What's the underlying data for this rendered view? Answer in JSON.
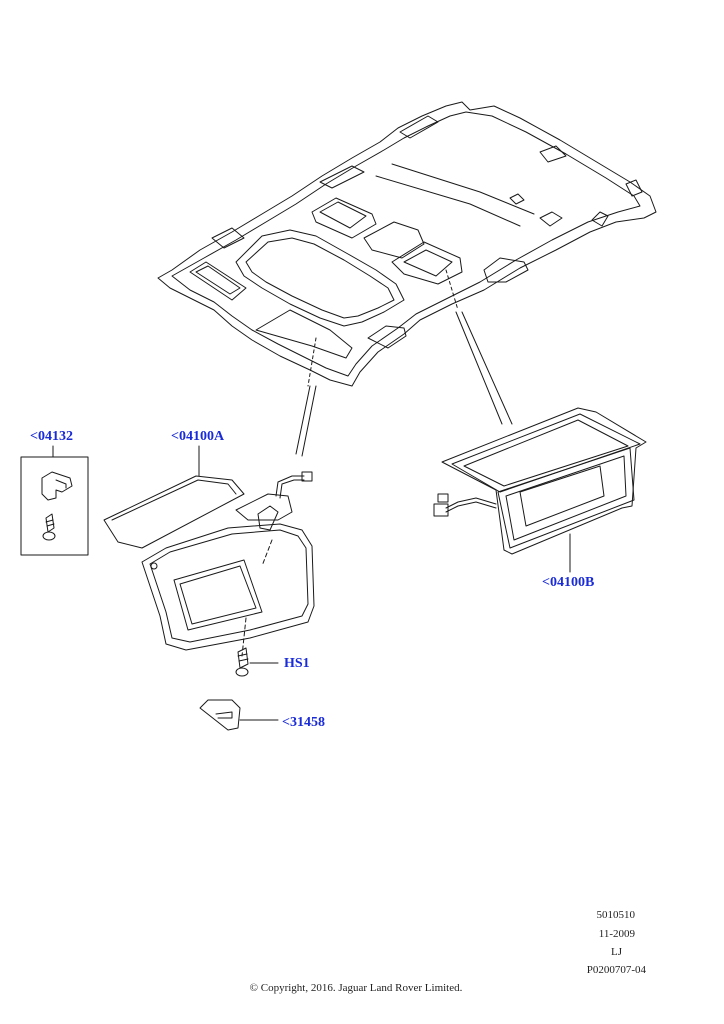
{
  "callouts": {
    "part_04132": "<04132",
    "part_04100A": "<04100A",
    "part_04100B": "<04100B",
    "part_HS1": "HS1",
    "part_31458": "<31458"
  },
  "footer": {
    "ref_number": "5010510",
    "date": "11-2009",
    "initials": "LJ",
    "drawing_number": "P0200707-04",
    "copyright": "© Copyright, 2016. Jaguar Land Rover Limited."
  },
  "colors": {
    "callout": "#1a2bd8",
    "line": "#1a1a1a"
  }
}
